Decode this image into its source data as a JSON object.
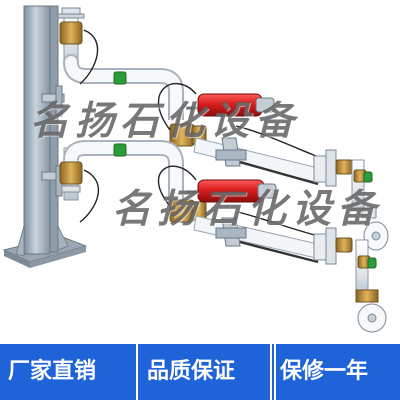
{
  "watermarks": [
    "名扬石化设备",
    "名扬石化设备"
  ],
  "banner": {
    "items": [
      "厂家直销",
      "品质保证",
      "保修一年"
    ],
    "background": "#1f63d9",
    "text_color": "#ffffff"
  },
  "colors": {
    "pipe": "#f4f6f8",
    "column": "#a9b6c2",
    "cylinder": "#d81e1e",
    "valve_brass": "#b88a3a",
    "handle_green": "#2e9b3a"
  }
}
